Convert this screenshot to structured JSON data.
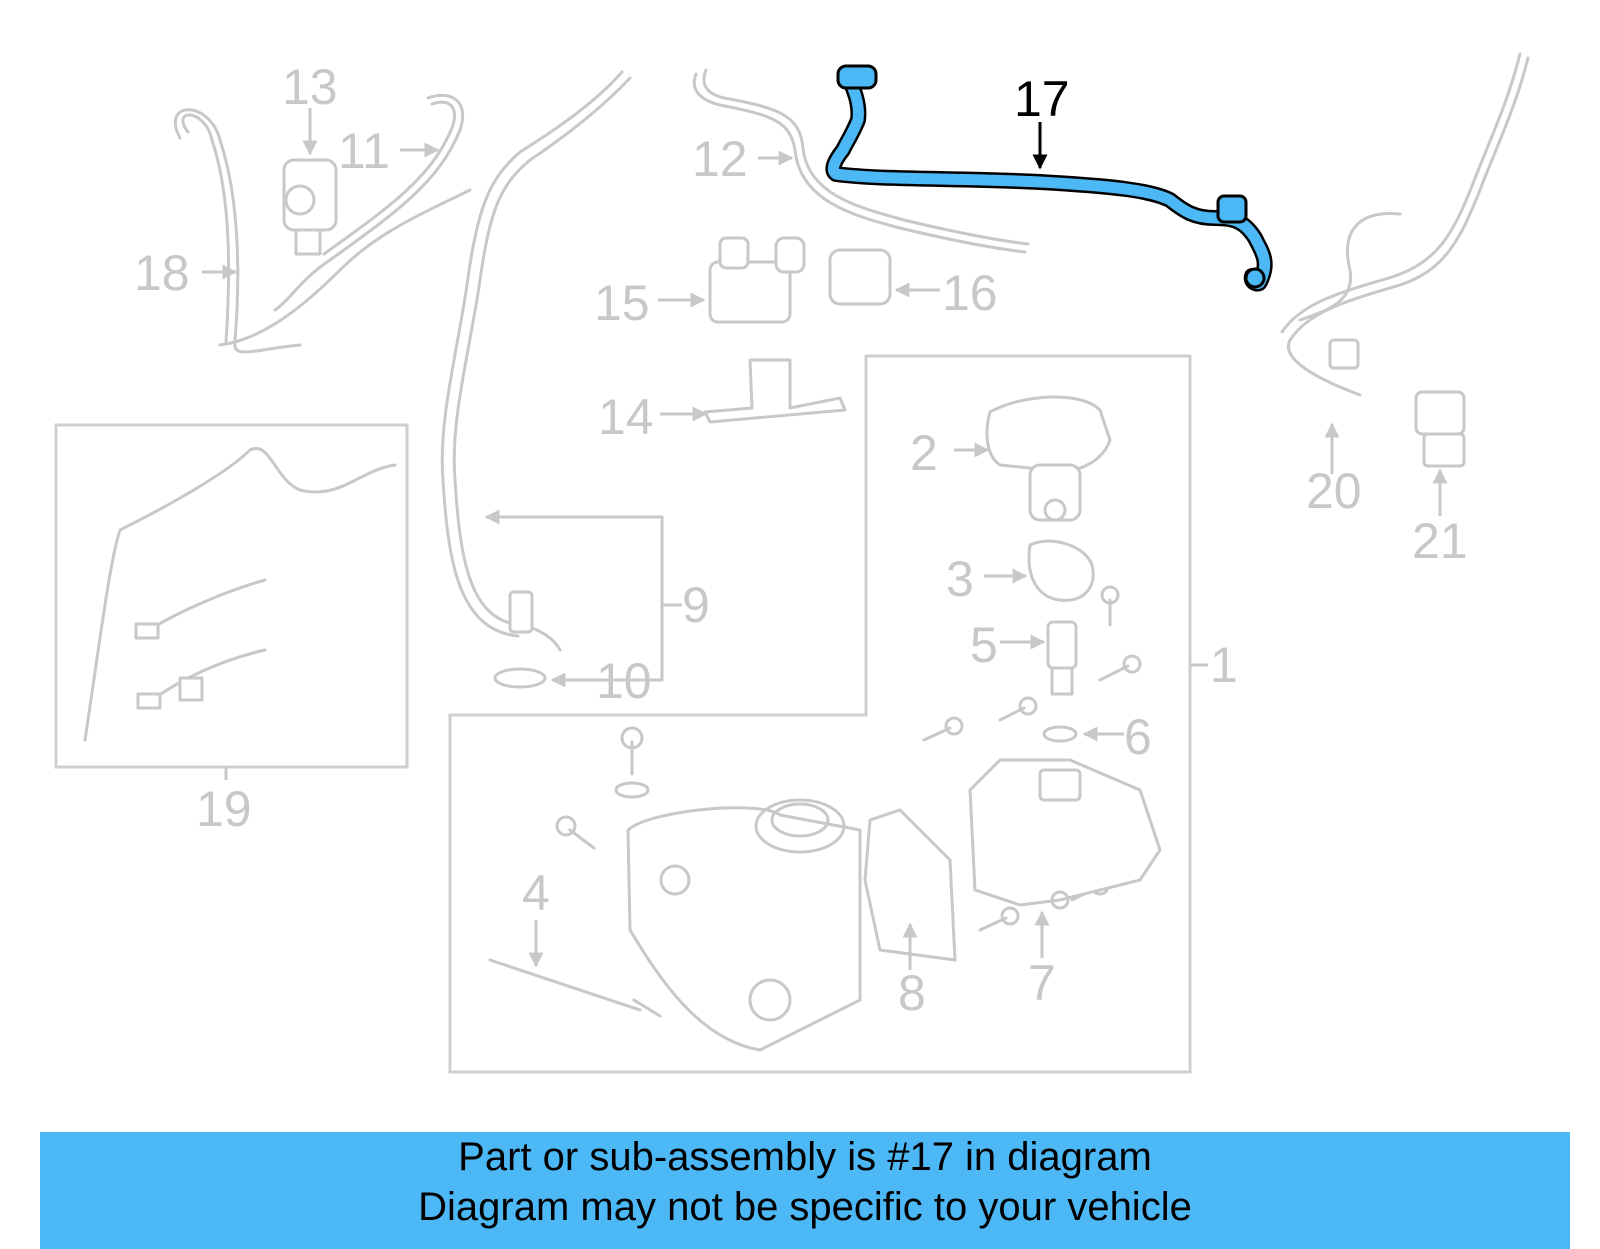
{
  "diagram": {
    "highlighted_part": "17",
    "colors": {
      "highlight": "#4cb8f5",
      "outline": "#c8c8c8",
      "highlight_label": "#000000"
    },
    "labels": {
      "p1": "1",
      "p2": "2",
      "p3": "3",
      "p4": "4",
      "p5": "5",
      "p6": "6",
      "p7": "7",
      "p8": "8",
      "p9": "9",
      "p10": "10",
      "p11": "11",
      "p12": "12",
      "p13": "13",
      "p14": "14",
      "p15": "15",
      "p16": "16",
      "p17": "17",
      "p18": "18",
      "p19": "19",
      "p20": "20",
      "p21": "21"
    }
  },
  "banner": {
    "line1": "Part or sub-assembly is #17 in diagram",
    "line2": "Diagram may not be specific to your vehicle",
    "background": "#4cb8f5"
  }
}
